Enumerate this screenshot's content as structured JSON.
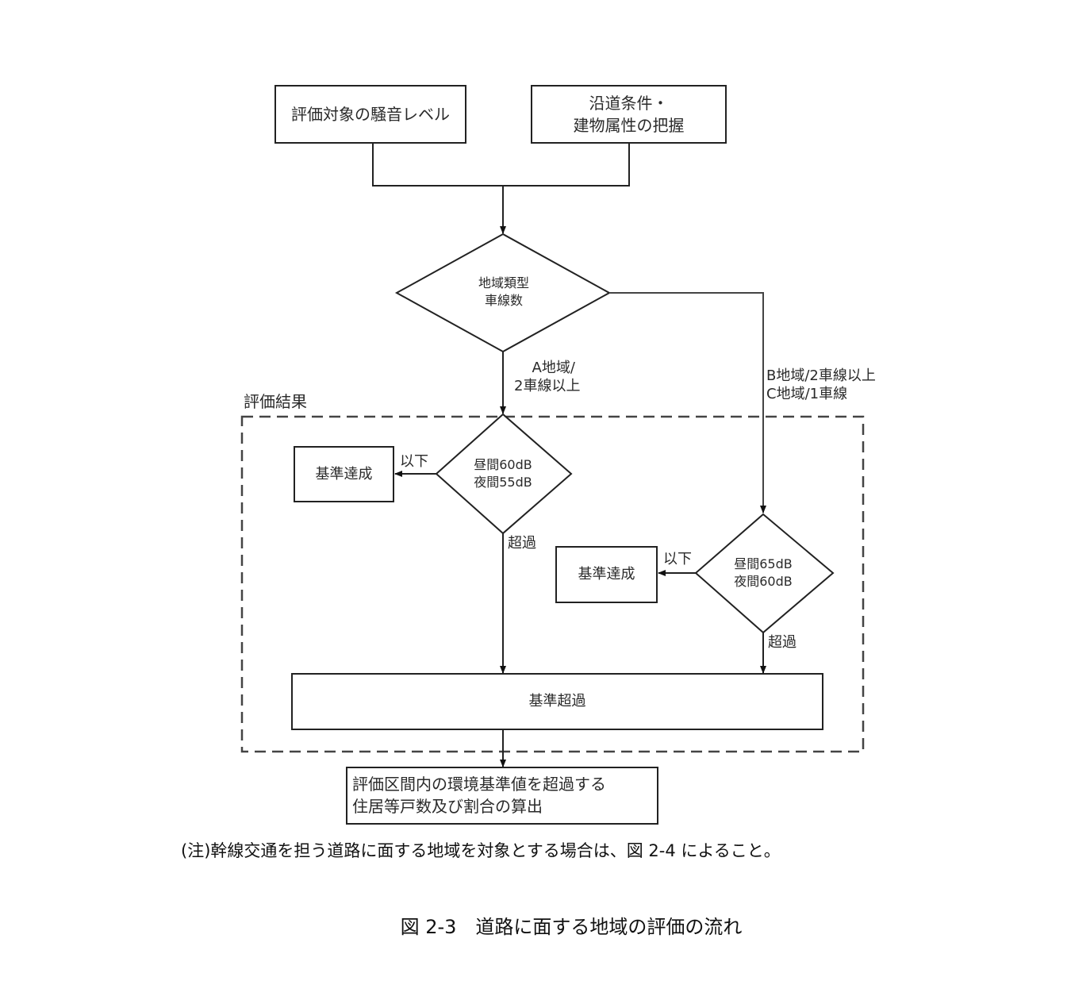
{
  "diagram": {
    "nodes": {
      "input_noise": "評価対象の騒音レベル",
      "input_conditions_line1": "沿道条件・",
      "input_conditions_line2": "建物属性の把握",
      "decision_area_line1": "地域類型",
      "decision_area_line2": "車線数",
      "decision_a_line1": "昼間60dB",
      "decision_a_line2": "夜間55dB",
      "decision_bc_line1": "昼間65dB",
      "decision_bc_line2": "夜間60dB",
      "achieved_a": "基準達成",
      "achieved_bc": "基準達成",
      "exceeded": "基準超過",
      "calc_line1": "評価区間内の環境基準値を超過する",
      "calc_line2": "住居等戸数及び割合の算出"
    },
    "edge_labels": {
      "branch_a_line1": "A地域/",
      "branch_a_line2": "2車線以上",
      "branch_bc_line1": "B地域/2車線以上",
      "branch_bc_line2": "C地域/1車線",
      "below_a": "以下",
      "over_a": "超過",
      "below_bc": "以下",
      "over_bc": "超過"
    },
    "group_label": "評価結果",
    "note": "(注)幹線交通を担う道路に面する地域を対象とする場合は、図 2-4 によること。",
    "caption": "図 2-3　道路に面する地域の評価の流れ"
  }
}
